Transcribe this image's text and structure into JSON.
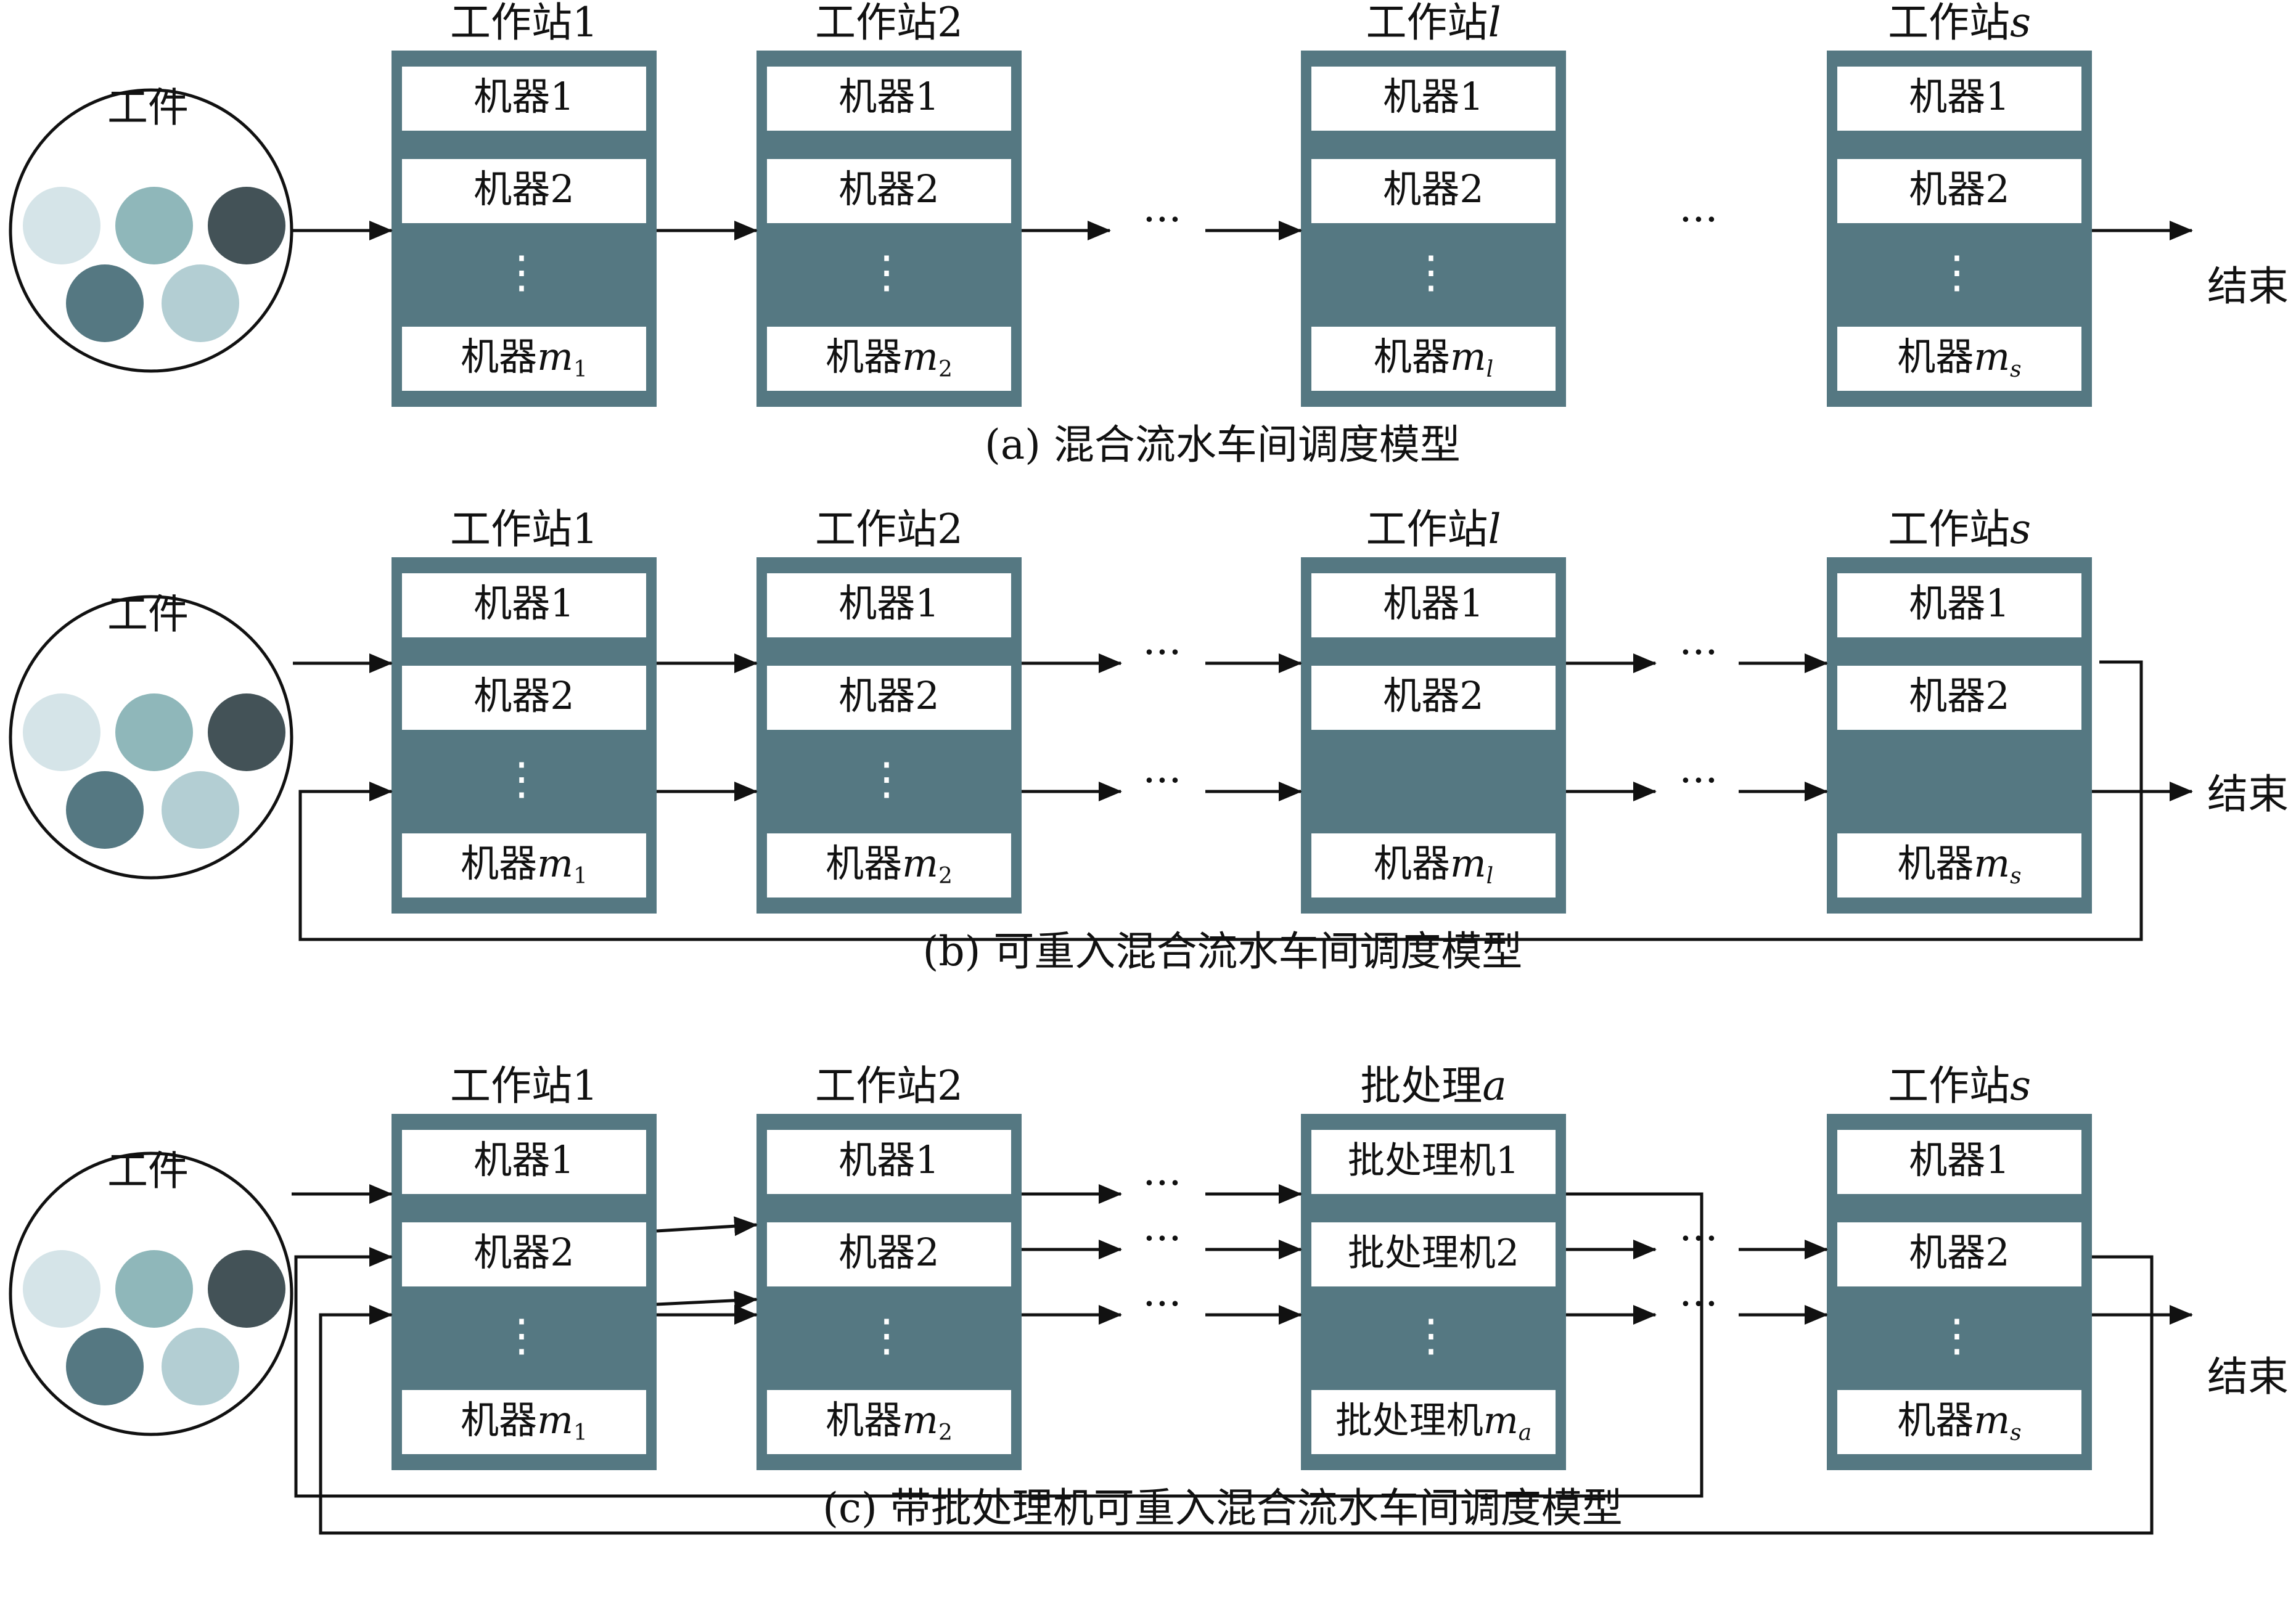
{
  "colors": {
    "station": "#557882",
    "machine_box": "#ffffff",
    "line": "#111111",
    "job_dots": [
      "#d5e4e8",
      "#8fb7ba",
      "#435257",
      "#557882",
      "#b3ced3"
    ]
  },
  "labels": {
    "jobs": "工件",
    "end": "结束",
    "ellipsis": "···",
    "vdots": "⋮"
  },
  "panels": [
    {
      "caption": "(a) 混合流水车间调度模型",
      "stations": [
        {
          "prefix": "工作站",
          "suffix": "1",
          "italic_suffix": false,
          "machines": [
            {
              "base": "机器",
              "sub_var": "",
              "sub": "",
              "plain": "1"
            },
            {
              "base": "机器",
              "sub_var": "",
              "sub": "",
              "plain": "2"
            },
            {
              "base": "机器",
              "sub_var": "m",
              "sub": "1",
              "plain": ""
            }
          ]
        },
        {
          "prefix": "工作站",
          "suffix": "2",
          "italic_suffix": false,
          "machines": [
            {
              "base": "机器",
              "sub_var": "",
              "sub": "",
              "plain": "1"
            },
            {
              "base": "机器",
              "sub_var": "",
              "sub": "",
              "plain": "2"
            },
            {
              "base": "机器",
              "sub_var": "m",
              "sub": "2",
              "plain": ""
            }
          ]
        },
        {
          "prefix": "工作站",
          "suffix": "l",
          "italic_suffix": true,
          "machines": [
            {
              "base": "机器",
              "sub_var": "",
              "sub": "",
              "plain": "1"
            },
            {
              "base": "机器",
              "sub_var": "",
              "sub": "",
              "plain": "2"
            },
            {
              "base": "机器",
              "sub_var": "m",
              "sub": "l",
              "plain": ""
            }
          ]
        },
        {
          "prefix": "工作站",
          "suffix": "s",
          "italic_suffix": true,
          "machines": [
            {
              "base": "机器",
              "sub_var": "",
              "sub": "",
              "plain": "1"
            },
            {
              "base": "机器",
              "sub_var": "",
              "sub": "",
              "plain": "2"
            },
            {
              "base": "机器",
              "sub_var": "m",
              "sub": "s",
              "plain": ""
            }
          ]
        }
      ]
    },
    {
      "caption": "(b) 可重入混合流水车间调度模型",
      "stations": [
        {
          "prefix": "工作站",
          "suffix": "1",
          "italic_suffix": false,
          "machines": [
            {
              "base": "机器",
              "sub_var": "",
              "sub": "",
              "plain": "1"
            },
            {
              "base": "机器",
              "sub_var": "",
              "sub": "",
              "plain": "2"
            },
            {
              "base": "机器",
              "sub_var": "m",
              "sub": "1",
              "plain": ""
            }
          ]
        },
        {
          "prefix": "工作站",
          "suffix": "2",
          "italic_suffix": false,
          "machines": [
            {
              "base": "机器",
              "sub_var": "",
              "sub": "",
              "plain": "1"
            },
            {
              "base": "机器",
              "sub_var": "",
              "sub": "",
              "plain": "2"
            },
            {
              "base": "机器",
              "sub_var": "m",
              "sub": "2",
              "plain": ""
            }
          ]
        },
        {
          "prefix": "工作站",
          "suffix": "l",
          "italic_suffix": true,
          "machines": [
            {
              "base": "机器",
              "sub_var": "",
              "sub": "",
              "plain": "1"
            },
            {
              "base": "机器",
              "sub_var": "",
              "sub": "",
              "plain": "2"
            },
            {
              "base": "机器",
              "sub_var": "m",
              "sub": "l",
              "plain": ""
            }
          ]
        },
        {
          "prefix": "工作站",
          "suffix": "s",
          "italic_suffix": true,
          "machines": [
            {
              "base": "机器",
              "sub_var": "",
              "sub": "",
              "plain": "1"
            },
            {
              "base": "机器",
              "sub_var": "",
              "sub": "",
              "plain": "2"
            },
            {
              "base": "机器",
              "sub_var": "m",
              "sub": "s",
              "plain": ""
            }
          ]
        }
      ]
    },
    {
      "caption": "(c) 带批处理机可重入混合流水车间调度模型",
      "stations": [
        {
          "prefix": "工作站",
          "suffix": "1",
          "italic_suffix": false,
          "machines": [
            {
              "base": "机器",
              "sub_var": "",
              "sub": "",
              "plain": "1"
            },
            {
              "base": "机器",
              "sub_var": "",
              "sub": "",
              "plain": "2"
            },
            {
              "base": "机器",
              "sub_var": "m",
              "sub": "1",
              "plain": ""
            }
          ]
        },
        {
          "prefix": "工作站",
          "suffix": "2",
          "italic_suffix": false,
          "machines": [
            {
              "base": "机器",
              "sub_var": "",
              "sub": "",
              "plain": "1"
            },
            {
              "base": "机器",
              "sub_var": "",
              "sub": "",
              "plain": "2"
            },
            {
              "base": "机器",
              "sub_var": "m",
              "sub": "2",
              "plain": ""
            }
          ]
        },
        {
          "prefix": "批处理",
          "suffix": "a",
          "italic_suffix": true,
          "machines": [
            {
              "base": "批处理机",
              "sub_var": "",
              "sub": "",
              "plain": "1"
            },
            {
              "base": "批处理机",
              "sub_var": "",
              "sub": "",
              "plain": "2"
            },
            {
              "base": "批处理机",
              "sub_var": "m",
              "sub": "a",
              "plain": ""
            }
          ]
        },
        {
          "prefix": "工作站",
          "suffix": "s",
          "italic_suffix": true,
          "machines": [
            {
              "base": "机器",
              "sub_var": "",
              "sub": "",
              "plain": "1"
            },
            {
              "base": "机器",
              "sub_var": "",
              "sub": "",
              "plain": "2"
            },
            {
              "base": "机器",
              "sub_var": "m",
              "sub": "s",
              "plain": ""
            }
          ]
        }
      ]
    }
  ]
}
